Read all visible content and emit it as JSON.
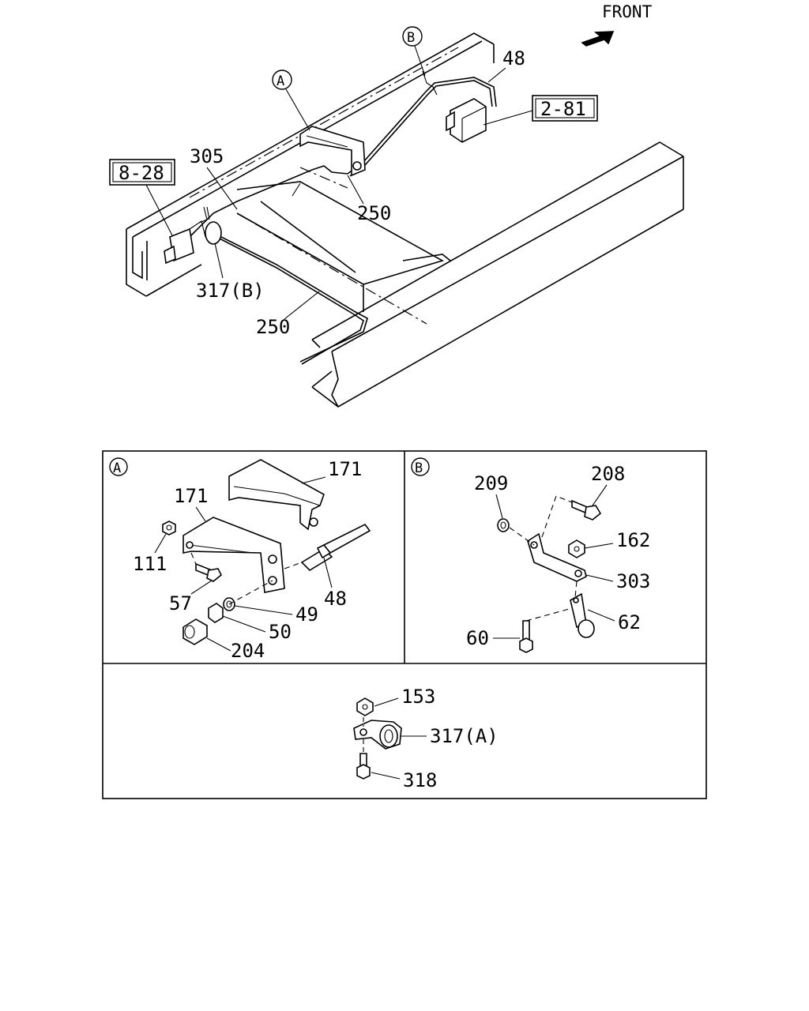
{
  "front": "FRONT",
  "main": {
    "refs": {
      "r_8_28": "8-28",
      "r_2_81": "2-81"
    },
    "circles": {
      "a": "A",
      "b": "B"
    },
    "labels": {
      "l48": "48",
      "l305": "305",
      "l250_top": "250",
      "l317b": "317(B)",
      "l250_bottom": "250"
    }
  },
  "panel_a": {
    "tag": "A",
    "labels": {
      "l171_top": "171",
      "l171_left": "171",
      "l111": "111",
      "l57": "57",
      "l48": "48",
      "l49": "49",
      "l50": "50",
      "l204": "204"
    }
  },
  "panel_b": {
    "tag": "B",
    "labels": {
      "l209": "209",
      "l208": "208",
      "l162": "162",
      "l303": "303",
      "l62": "62",
      "l60": "60"
    }
  },
  "panel_c": {
    "labels": {
      "l153": "153",
      "l317a": "317(A)",
      "l318": "318"
    }
  }
}
